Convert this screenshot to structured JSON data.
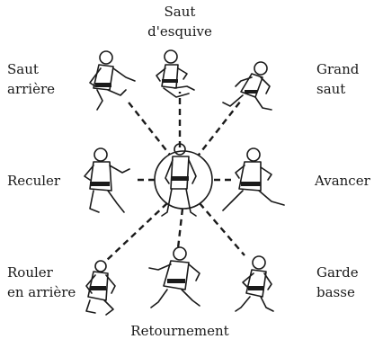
{
  "moves": {
    "top": [
      "Saut",
      "d'esquive"
    ],
    "top_left": [
      "Saut",
      "arrière"
    ],
    "top_right": [
      "Grand",
      "saut"
    ],
    "left": [
      "Reculer"
    ],
    "right": [
      "Avancer"
    ],
    "bottom_left": [
      "Rouler",
      "en arrière"
    ],
    "bottom_right": [
      "Garde",
      "basse"
    ],
    "bottom": [
      "Retournement"
    ]
  }
}
